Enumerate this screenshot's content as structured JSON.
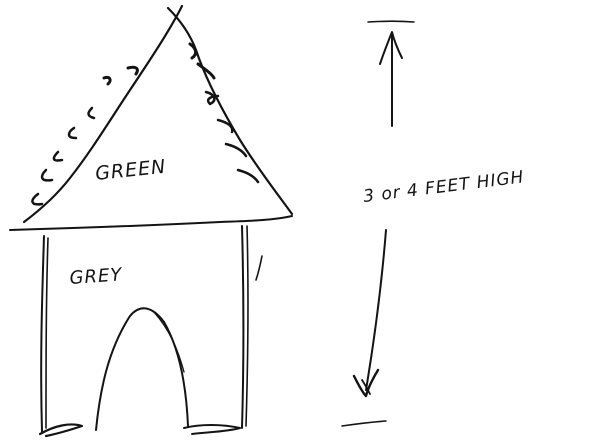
{
  "sketch": {
    "canopy_label": "GREEN",
    "base_label": "GREY",
    "dimension_label": "3 or 4 FEET HIGH"
  }
}
